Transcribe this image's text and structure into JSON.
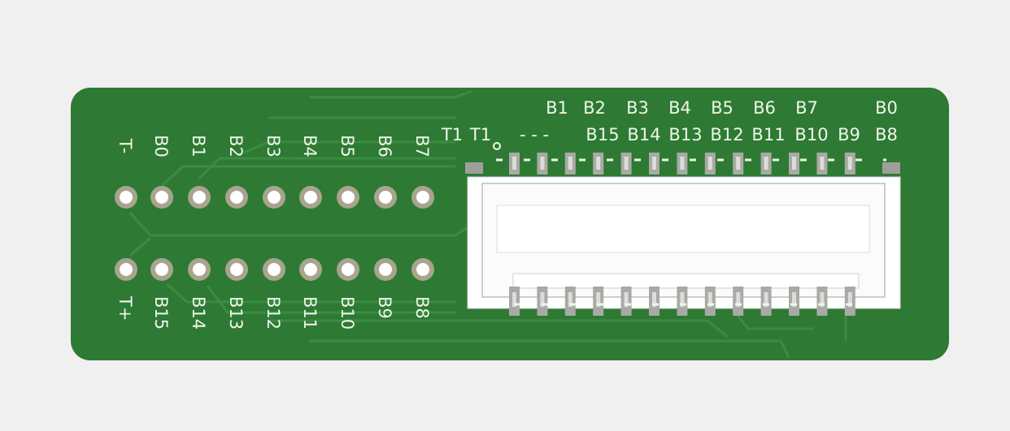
{
  "board": {
    "colors": {
      "background": "#f0f0f0",
      "board": "#2e7a34",
      "trace": "#3a8a3f",
      "pad_ring": "#a8a48e",
      "silk": "#eef6ea",
      "connector": "#ffffff",
      "pin": "#a9aaa6"
    },
    "header_top_labels": [
      "T-",
      "B0",
      "B1",
      "B2",
      "B3",
      "B4",
      "B5",
      "B6",
      "B7"
    ],
    "header_bottom_labels": [
      "T+",
      "B15",
      "B14",
      "B13",
      "B12",
      "B11",
      "B10",
      "B9",
      "B8"
    ],
    "connector_row1_labels": [
      "B1",
      "B2",
      "B3",
      "B4",
      "B5",
      "B6",
      "B7",
      "B0"
    ],
    "connector_row2_labels": [
      "T1",
      "T1",
      "- - -",
      "B15",
      "B14",
      "B13",
      "B12",
      "B11",
      "B10",
      "B9",
      "B8"
    ],
    "connector_pins_per_row": 13
  }
}
